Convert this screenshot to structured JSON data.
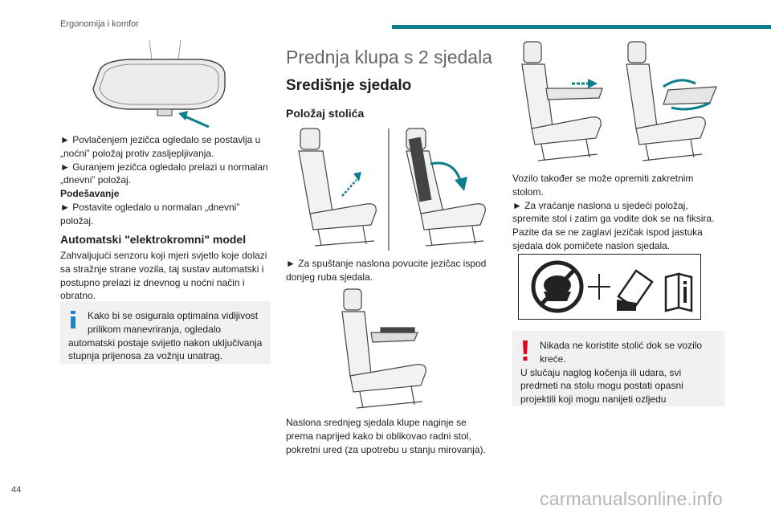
{
  "header": {
    "section": "Ergonomija i komfor"
  },
  "footer": {
    "page_number": "44",
    "watermark": "carmanualsonline.info"
  },
  "left": {
    "mirror_text": [
      "► Povlačenjem jezičca ogledalo se postavlja u „noćni” položaj protiv zasljepljivanja.",
      "► Guranjem jezičca ogledalo prelazi u normalan „dnevni” položaj."
    ],
    "adjust_heading": "Podešavanje",
    "adjust_text": "► Postavite ogledalo u normalan „dnevni” položaj.",
    "auto_heading": "Automatski \"elektrokromni\" model",
    "auto_text": "Zahvaljujući senzoru koji mjeri svjetlo koje dolazi sa stražnje strane vozila, taj sustav automatski i postupno prelazi iz dnevnog u noćni način i obratno.",
    "info_box_first": "Kako bi se osigurala optimalna vidljivost prilikom manevriranja, ogledalo",
    "info_box_rest": "automatski postaje svijetlo nakon uključivanja stupnja prijenosa za vožnju unatrag."
  },
  "middle": {
    "title": "Prednja klupa s 2 sjedala",
    "subtitle": "Središnje sjedalo",
    "table_heading": "Položaj stolića",
    "fold_text": "► Za spuštanje naslona povucite jezičac ispod donjeg ruba sjedala.",
    "desk_text": "Naslona srednjeg sjedala klupe naginje se prema naprijed kako bi oblikovao radni stol, pokretni ured (za upotrebu u stanju mirovanja)."
  },
  "right": {
    "swivel_text": "Vozilo također se može opremiti zakretnim stolom.",
    "return_text": "► Za vraćanje naslona u sjedeći položaj, spremite stol i zatim ga vodite dok se na fiksira. Pazite da se ne zaglavi jezičak ispod jastuka sjedala dok pomičete naslon sjedala.",
    "warning_first": "Nikada ne koristite stolić dok se vozilo kreće.",
    "warning_rest": "U slučaju naglog kočenja ili udara, svi predmeti na stolu mogu postati opasni projektili koji mogu nanijeti ozljedu"
  },
  "colors": {
    "accent": "#0d7f8c",
    "warning": "#e2001a",
    "info": "#1d84c6",
    "box_bg": "#f1f1f1"
  },
  "icons": [
    "rear-view-mirror-icon",
    "pull-arrow-icon",
    "seat-icon",
    "info-icon",
    "warning-icon",
    "no-steering-table-icon",
    "manual-info-icon"
  ]
}
